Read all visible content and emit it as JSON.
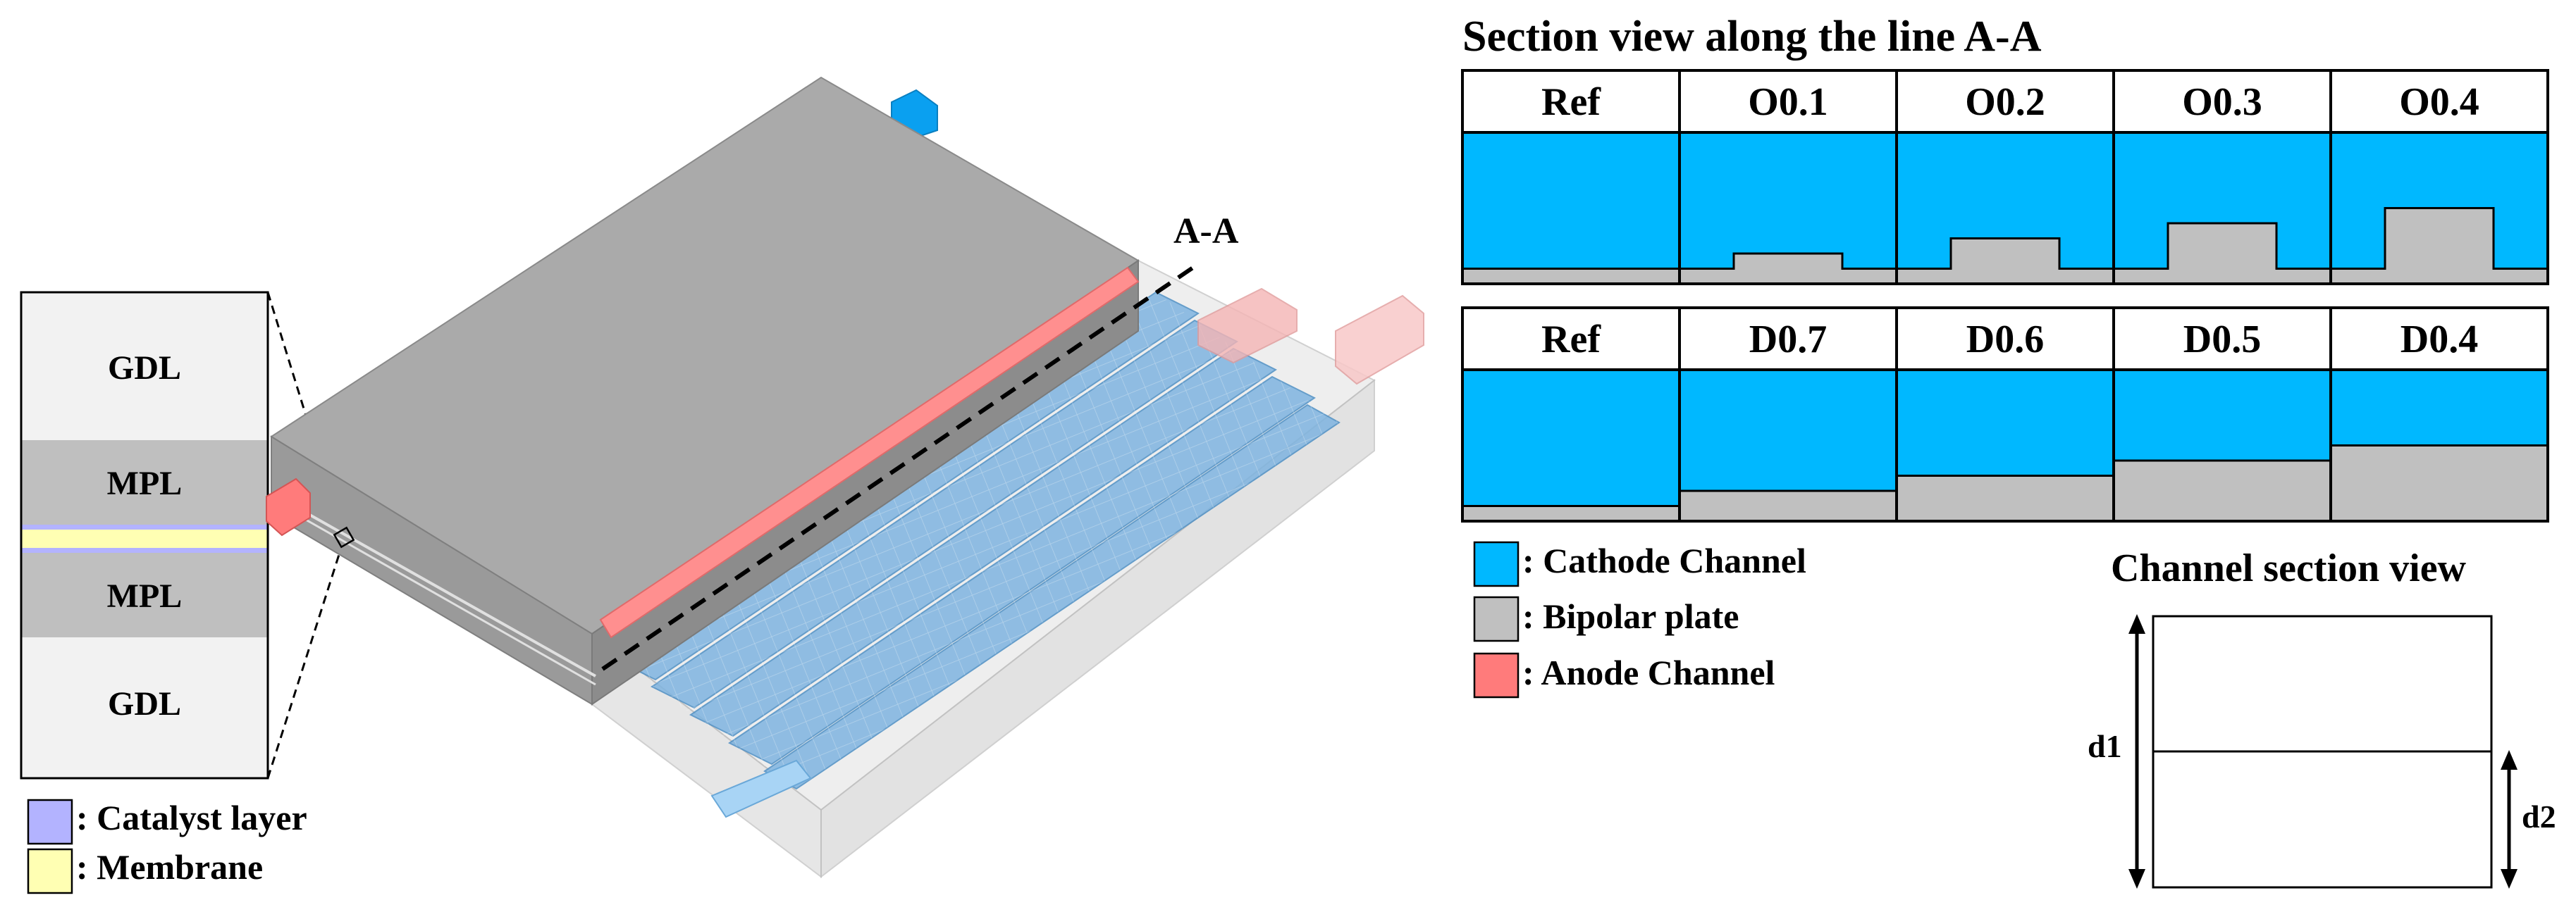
{
  "colors": {
    "cathode": "#00B8FF",
    "bipolar": "#C0C0C0",
    "anode": "#FF7B7B",
    "catalyst": "#B3B3FF",
    "membrane": "#FFFFB3",
    "gdl": "#F2F2F2",
    "mpl": "#BFBFBF",
    "plate_top": "#AAAAAA",
    "plate_side": "#8C8C8C"
  },
  "layer_stack": {
    "layers": [
      "GDL",
      "MPL",
      "MPL",
      "GDL"
    ]
  },
  "layer_legend": [
    {
      "label": ": Catalyst layer",
      "color_key": "catalyst"
    },
    {
      "label": ": Membrane",
      "color_key": "membrane"
    }
  ],
  "cell_model": {
    "section_marker": "A-A"
  },
  "section_view": {
    "title": "Section view along the line A-A",
    "rows": [
      {
        "variants": [
          {
            "label": "Ref",
            "shape": "flat",
            "level": 0.1
          },
          {
            "label": "O0.1",
            "shape": "bump",
            "level": 0.2
          },
          {
            "label": "O0.2",
            "shape": "bump",
            "level": 0.3
          },
          {
            "label": "O0.3",
            "shape": "bump",
            "level": 0.4
          },
          {
            "label": "O0.4",
            "shape": "bump",
            "level": 0.5
          }
        ]
      },
      {
        "variants": [
          {
            "label": "Ref",
            "shape": "flat",
            "level": 0.1
          },
          {
            "label": "D0.7",
            "shape": "flat",
            "level": 0.2
          },
          {
            "label": "D0.6",
            "shape": "flat",
            "level": 0.3
          },
          {
            "label": "D0.5",
            "shape": "flat",
            "level": 0.4
          },
          {
            "label": "D0.4",
            "shape": "flat",
            "level": 0.5
          }
        ]
      }
    ]
  },
  "channel_legend": [
    {
      "label": ": Cathode Channel",
      "color_key": "cathode"
    },
    {
      "label": ": Bipolar plate",
      "color_key": "bipolar"
    },
    {
      "label": ": Anode Channel",
      "color_key": "anode"
    }
  ],
  "channel_section": {
    "title": "Channel section view",
    "d1_label": "d1",
    "d2_label": "d2"
  }
}
